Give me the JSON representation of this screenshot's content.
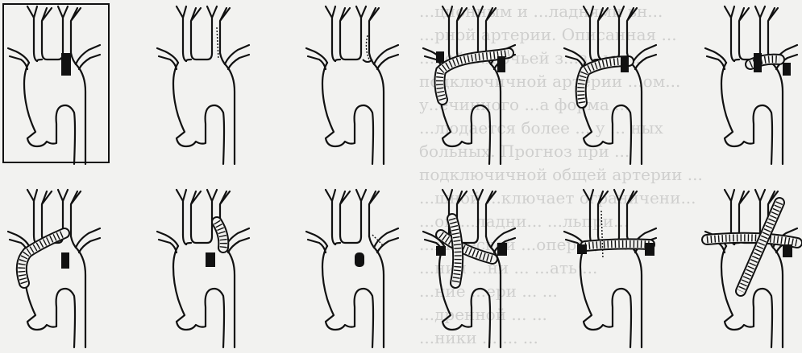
{
  "background_text": {
    "lines": [
      "...ционным и ...ладнями вн...",
      "...рной артерии. Описанная ...",
      "...кой ...лючьей з...з...ма...",
      "подключичной артерии ...ом...",
      "у..ечинного ...а форма ...",
      "...людается более ... у ... ных",
      "больных. Прогноз при ...",
      "подключичной общей артерии ...",
      "...шной ...ключает ограничени...",
      "...ой ...ладни... ...льпри...",
      "...нической ...операции ...",
      "...ний ...ни ... ...ать ...",
      "...ние ...ери ... ...",
      "...дренной ... ...",
      "...ники ... ... ..."
    ]
  },
  "panels": [
    {
      "id": "a",
      "variant": "occluded-stump",
      "framed": true
    },
    {
      "id": "b",
      "variant": "suture-line",
      "framed": false
    },
    {
      "id": "c",
      "variant": "patch-closure",
      "framed": false
    },
    {
      "id": "d",
      "variant": "cross-bypass",
      "framed": false
    },
    {
      "id": "e",
      "variant": "subclavian-graft",
      "framed": false
    },
    {
      "id": "f",
      "variant": "short-bypass",
      "framed": false
    },
    {
      "id": "g",
      "variant": "arch-graft-left",
      "framed": false
    },
    {
      "id": "h",
      "variant": "short-graft-right",
      "framed": false
    },
    {
      "id": "i",
      "variant": "ligated-stump",
      "framed": false
    },
    {
      "id": "j",
      "variant": "double-cross-graft",
      "framed": false
    },
    {
      "id": "k",
      "variant": "transverse-graft",
      "framed": false
    },
    {
      "id": "l",
      "variant": "crossed-grafts",
      "framed": false
    }
  ]
}
